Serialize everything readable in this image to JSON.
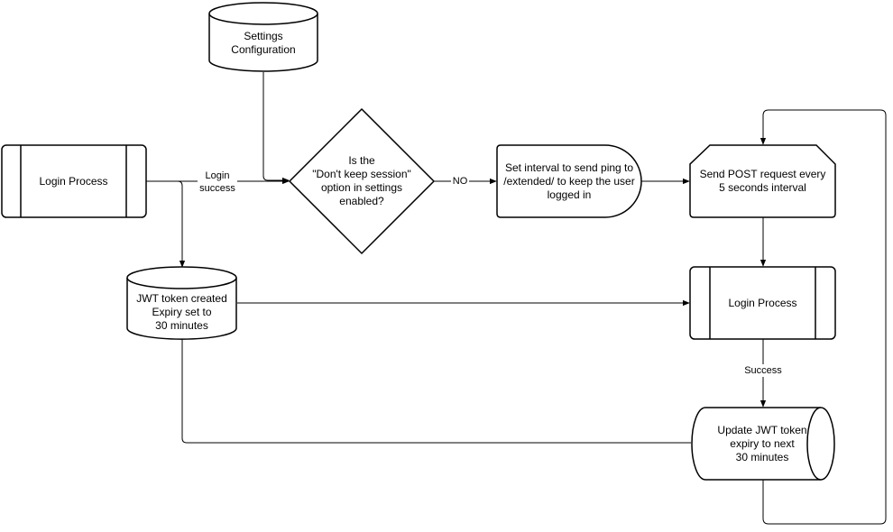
{
  "nodes": {
    "settings_db": {
      "text": "Settings\nConfiguration"
    },
    "login_process_left": {
      "text": "Login Process"
    },
    "decision": {
      "text": "Is the\n\"Don't keep session\"\noption in settings\nenabled?"
    },
    "set_interval": {
      "text": "Set interval to send ping to\n/extended/ to keep the user\nlogged in"
    },
    "send_post": {
      "text": "Send POST request every\n5 seconds interval"
    },
    "jwt_created": {
      "text": "JWT token created\nExpiry set to\n30 minutes"
    },
    "login_process_right": {
      "text": "Login Process"
    },
    "update_jwt": {
      "text": "Update JWT token\nexpiry to next\n30 minutes"
    }
  },
  "edges": {
    "login_success": "Login\nsuccess",
    "no": "NO",
    "success": "Success"
  }
}
